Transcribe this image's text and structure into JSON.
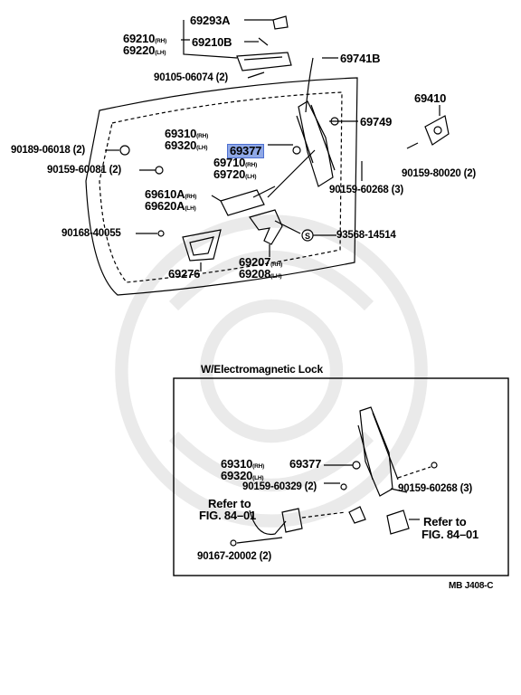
{
  "parts": {
    "p69293a": "69293A",
    "p69210": "69210",
    "p69220": "69220",
    "p69210b": "69210B",
    "p90105": "90105-06074 (2)",
    "p69741b": "69741B",
    "p69410": "69410",
    "p69749": "69749",
    "p69310": "69310",
    "p69320": "69320",
    "p69377": "69377",
    "p69710": "69710",
    "p69720": "69720",
    "p90189": "90189-06018 (2)",
    "p90159_60081": "90159-60081 (2)",
    "p90159_80020": "90159-80020 (2)",
    "p90159_60268": "90159-60268 (3)",
    "p69610a": "69610A",
    "p69620a": "69620A",
    "p90168": "90168-40055",
    "p93568": "93568-14514",
    "p69276": "69276",
    "p69207": "69207",
    "p69208": "69208",
    "rh": "(RH)",
    "lh": "(LH)"
  },
  "inset": {
    "title": "W/Electromagnetic Lock",
    "p69310": "69310",
    "p69320": "69320",
    "p69377": "69377",
    "p90159_60329": "90159-60329 (2)",
    "p90159_60268": "90159-60268 (3)",
    "refer1_line1": "Refer to",
    "refer1_line2": "FIG. 84–01",
    "p90167": "90167-20002 (2)",
    "refer2_line1": "Refer to",
    "refer2_line2": "FIG. 84–01"
  },
  "diagram_code": "MB J408-C",
  "highlight_color": "#8fa8e6"
}
